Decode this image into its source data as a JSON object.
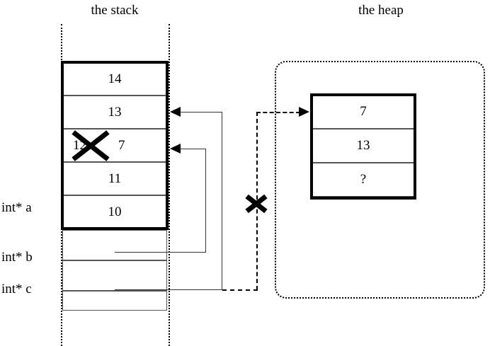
{
  "diagram": {
    "stack": {
      "title": "the stack",
      "cells": [
        {
          "value": "14"
        },
        {
          "value": "13"
        },
        {
          "value": "12",
          "replacement": "7",
          "struck": true
        },
        {
          "value": "11"
        },
        {
          "value": "10"
        }
      ],
      "variables": [
        {
          "label": "int* a",
          "value": ""
        },
        {
          "label": "int* b",
          "value": ""
        },
        {
          "label": "int* c",
          "value": ""
        }
      ]
    },
    "heap": {
      "title": "the heap",
      "cells": [
        {
          "value": "7"
        },
        {
          "value": "13"
        },
        {
          "value": "?"
        }
      ]
    },
    "marks": {
      "invalid_pointer_x": "X",
      "overwritten_value_x": "X"
    }
  }
}
